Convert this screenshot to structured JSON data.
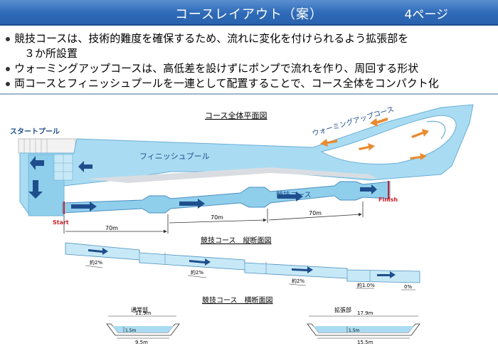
{
  "header": {
    "title": "コースレイアウト（案）",
    "page": "4ページ"
  },
  "bullets": [
    "競技コースは、技術的難度を確保するため、流れに変化を付けられるよう拡張部を",
    "３か所設置",
    "ウォーミングアップコースは、高低差を設けずにポンプで流れを作り、周回する形状",
    "両コースとフィニッシュプールを一連として配置することで、コース全体をコンパクト化"
  ],
  "plan": {
    "title": "コース全体平面図",
    "start_pool": "スタートプール",
    "finish_pool": "フィニッシュプール",
    "warmup": "ウォーミングアップコース",
    "course": "競技コース",
    "start": "Start",
    "finish": "Finish",
    "dim1": "70m",
    "dim2": "70m",
    "dim3": "70m"
  },
  "longitudinal": {
    "title": "競技コース　縦断面図",
    "slope1": "約2%",
    "slope2": "約2%",
    "slope3": "約2%",
    "slope4": "約1.0%",
    "slope5": "0%"
  },
  "cross": {
    "title": "競技コース　横断面図",
    "normal_label": "通常部",
    "normal_top": "11.9m",
    "normal_depth": "1.5m",
    "normal_bottom": "9.5m",
    "expand_label": "拡張部",
    "expand_top": "17.9m",
    "expand_depth": "1.5m",
    "expand_bottom": "15.5m"
  },
  "colors": {
    "water": "#a9dcf2",
    "water_edge": "#6aaed6",
    "arrow_blue": "#1f4e8c",
    "arrow_orange": "#e98a2e",
    "finish_red": "#d0202a"
  }
}
